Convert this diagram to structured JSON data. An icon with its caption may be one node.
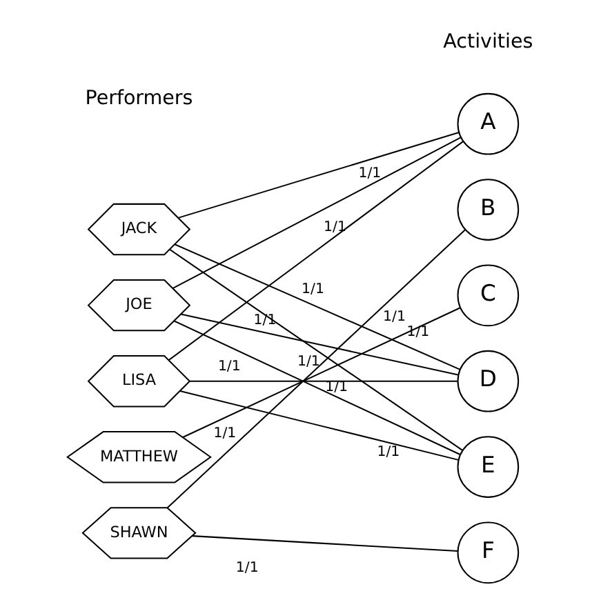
{
  "diagram": {
    "nodes": [
      {
        "text": [
          "JACK"
        ]
      },
      {
        "text": [
          "JOE"
        ]
      },
      {
        "text": [
          "LISA"
        ]
      },
      {
        "text": [
          "MATTHEW"
        ]
      },
      {
        "text": [
          "SHAWN"
        ]
      },
      {
        "text": [
          "A"
        ]
      },
      {
        "text": [
          "B"
        ]
      },
      {
        "text": [
          "C"
        ]
      },
      {
        "text": [
          "D"
        ]
      },
      {
        "text": [
          "E"
        ]
      },
      {
        "text": [
          "F"
        ]
      }
    ],
    "edges": [
      {
        "from": 0,
        "to": 5,
        "arrow": "none",
        "label": "1/1"
      },
      {
        "from": 0,
        "to": 8,
        "arrow": "none",
        "label": "1/1"
      },
      {
        "from": 0,
        "to": 9,
        "arrow": "none",
        "label": "1/1"
      },
      {
        "from": 1,
        "to": 5,
        "arrow": "none",
        "label": "1/1"
      },
      {
        "from": 1,
        "to": 8,
        "arrow": "none",
        "label": "1/1"
      },
      {
        "from": 1,
        "to": 9,
        "arrow": "none",
        "label": "1/1"
      },
      {
        "from": 2,
        "to": 5,
        "arrow": "none",
        "label": "1/1"
      },
      {
        "from": 2,
        "to": 8,
        "arrow": "none",
        "label": "1/1"
      },
      {
        "from": 2,
        "to": 9,
        "arrow": "none",
        "label": "1/1"
      },
      {
        "from": 3,
        "to": 7,
        "arrow": "none",
        "label": "1/1"
      },
      {
        "from": 4,
        "to": 6,
        "arrow": "none",
        "label": "1/1"
      },
      {
        "from": 4,
        "to": 10,
        "arrow": "none",
        "label": "1/1"
      }
    ],
    "labels": [
      "Performers",
      "Activities"
    ]
  }
}
